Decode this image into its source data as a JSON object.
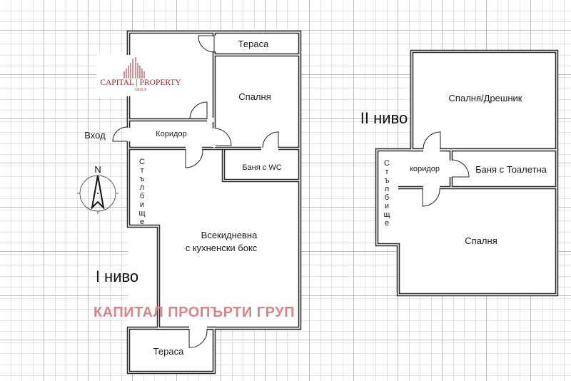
{
  "logo": {
    "brand": "CAPITAL PROPERTY",
    "sub": "GROUP",
    "color": "#a3282f"
  },
  "watermark": "КАПИТАЛ ПРОПЪРТИ ГРУП",
  "level1": {
    "title": "I ниво",
    "entrance": "Вход",
    "rooms": {
      "terrace_top": "Тераса",
      "bedroom": "Спалня",
      "corridor": "Коридор",
      "bathroom": "Баня с WC",
      "living_1": "Всекидневна",
      "living_2": "с кухненски бокс",
      "terrace_bottom": "Тераса"
    },
    "stairs": [
      "С",
      "т",
      "ъ",
      "л",
      "б",
      "и",
      "щ",
      "е"
    ],
    "compass": "N"
  },
  "level2": {
    "title": "II ниво",
    "rooms": {
      "bedroom_closet": "Спалня/Дрешник",
      "corridor": "коридор",
      "bathroom": "Баня с Тоалетна",
      "bedroom": "Спалня"
    },
    "stairs": [
      "С",
      "т",
      "ъ",
      "л",
      "б",
      "и",
      "щ",
      "е"
    ]
  }
}
